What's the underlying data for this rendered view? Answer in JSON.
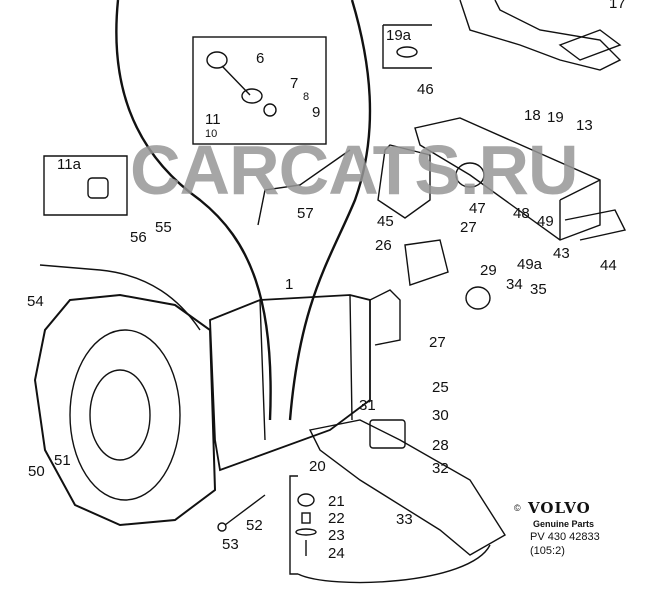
{
  "watermark": "CARCATS.RU",
  "brand": {
    "copyright": "©",
    "name": "VOLVO",
    "tagline": "Genuine Parts",
    "part_number": "PV 430 42833",
    "page_ref": "(105:2)"
  },
  "callouts": {
    "c6": "6",
    "c7": "7",
    "c8": "8",
    "c9": "9",
    "c11": "11",
    "c10": "10",
    "c19a": "19a",
    "c17": "17",
    "c46": "46",
    "c18": "18",
    "c19": "19",
    "c13": "13",
    "c45": "45",
    "c47": "47",
    "c48": "48",
    "c49": "49",
    "c27a": "27",
    "c43": "43",
    "c49a": "49a",
    "c44": "44",
    "c26": "26",
    "c29": "29",
    "c34": "34",
    "c35": "35",
    "c11a": "11a",
    "c56": "56",
    "c55": "55",
    "c57": "57",
    "c1": "1",
    "c54": "54",
    "c27b": "27",
    "c25": "25",
    "c31": "31",
    "c30": "30",
    "c28": "28",
    "c32": "32",
    "c20": "20",
    "c21": "21",
    "c22": "22",
    "c23": "23",
    "c24": "24",
    "c33": "33",
    "c50": "50",
    "c51": "51",
    "c52": "52",
    "c53": "53"
  }
}
